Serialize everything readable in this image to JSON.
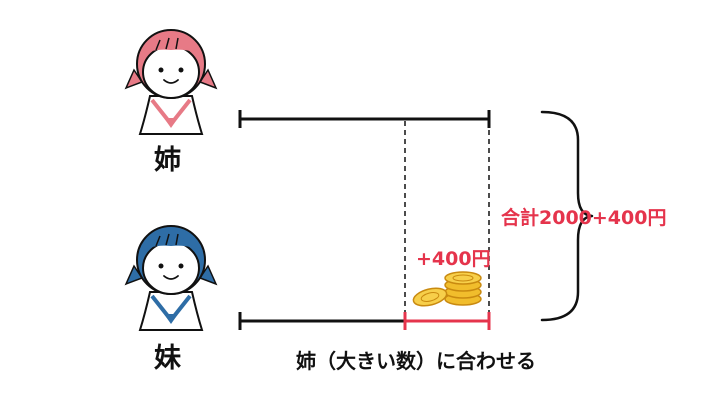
{
  "people": {
    "older": {
      "label": "姉",
      "hair_color": "#e77a86",
      "collar_color": "#e77a86"
    },
    "younger": {
      "label": "妹",
      "hair_color": "#2e6da6",
      "collar_color": "#2e6da6"
    }
  },
  "labels": {
    "plus": "+400円",
    "total": "合計2000+400円",
    "caption": "姉（大きい数）に合わせる"
  },
  "colors": {
    "line": "#111111",
    "accent": "#e5344c",
    "coin": "#f1bd2c",
    "coin_edge": "#c98a10"
  },
  "icons": [
    "girl-older-icon",
    "girl-younger-icon",
    "coin-stack-icon",
    "curly-brace-icon"
  ]
}
